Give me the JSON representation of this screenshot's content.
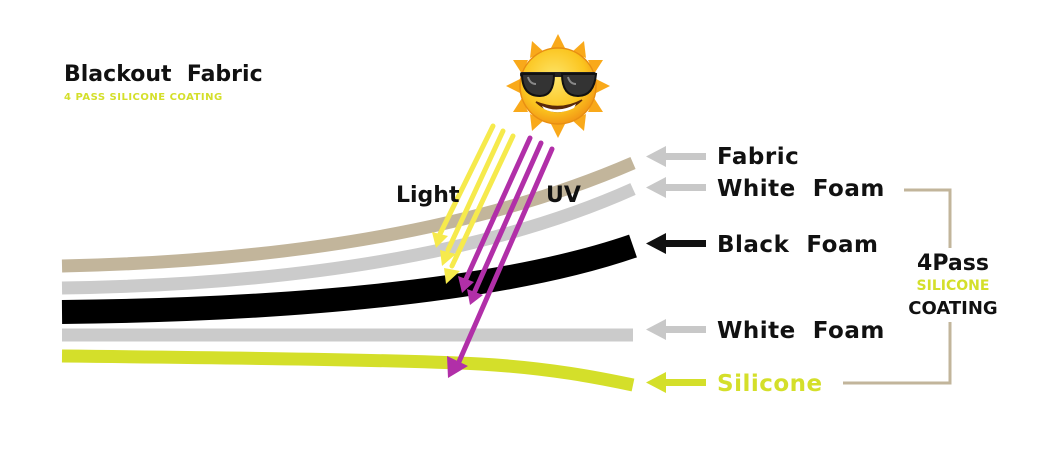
{
  "title": {
    "main": "Blackout  Fabric",
    "sub": "4 PASS SILICONE COATING"
  },
  "rays": {
    "light_label": "Light",
    "uv_label": "UV"
  },
  "layers": [
    {
      "id": "fabric",
      "label": "Fabric",
      "color": "#c2b59b",
      "arrow_color": "#c8c8c8"
    },
    {
      "id": "white-foam-top",
      "label": "White  Foam",
      "color": "#cbcbcb",
      "arrow_color": "#c8c8c8"
    },
    {
      "id": "black-foam",
      "label": "Black  Foam",
      "color": "#000000",
      "arrow_color": "#111111"
    },
    {
      "id": "white-foam-bottom",
      "label": "White  Foam",
      "color": "#cbcbcb",
      "arrow_color": "#c8c8c8"
    },
    {
      "id": "silicone",
      "label": "Silicone",
      "color": "#d4df2a",
      "arrow_color": "#d4df2a"
    }
  ],
  "coating": {
    "line1": "4Pass",
    "line2": "SILICONE",
    "line3": "COATING",
    "bracket_color": "#c2b59b"
  },
  "colors": {
    "light_ray": "#f6ea4c",
    "uv_ray": "#b12fa8",
    "sun_body": "#fbc51f",
    "sun_rays": "#f9a91a"
  },
  "icons": {
    "sun": "sun-with-sunglasses-icon"
  }
}
